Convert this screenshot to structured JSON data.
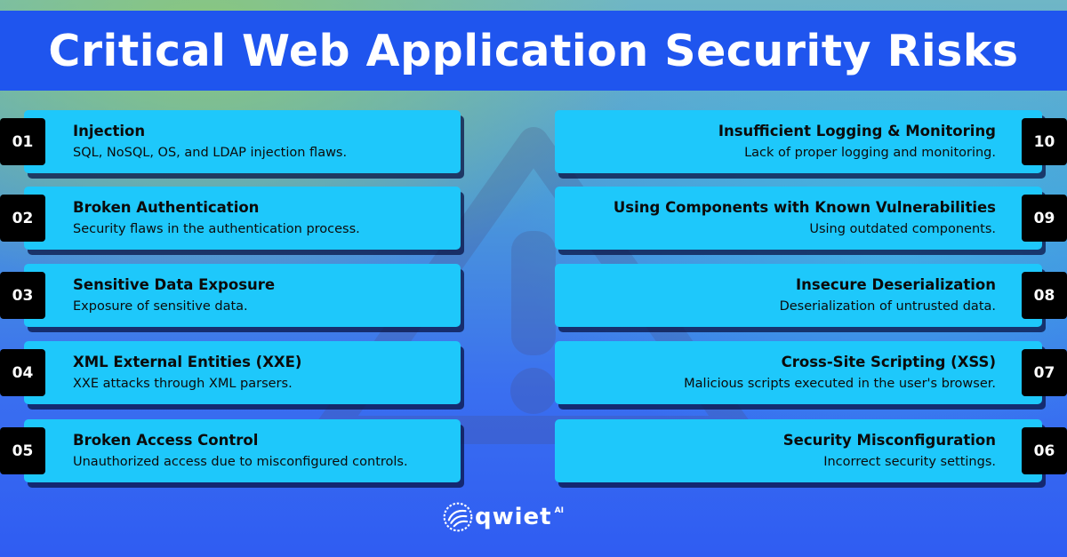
{
  "title": "Critical Web Application Security Risks",
  "colors": {
    "title_bar": "#1f55ee",
    "card": "#1ec8fb",
    "badge": "#000000",
    "text": "#0b0b0b"
  },
  "left_items": [
    {
      "number": "01",
      "title": "Injection",
      "description": "SQL, NoSQL, OS, and LDAP injection flaws."
    },
    {
      "number": "02",
      "title": "Broken Authentication",
      "description": "Security flaws in the authentication process."
    },
    {
      "number": "03",
      "title": "Sensitive Data Exposure",
      "description": "Exposure of sensitive data."
    },
    {
      "number": "04",
      "title": "XML External Entities (XXE)",
      "description": "XXE attacks through XML parsers."
    },
    {
      "number": "05",
      "title": "Broken Access Control",
      "description": "Unauthorized access due to misconfigured controls."
    }
  ],
  "right_items": [
    {
      "number": "10",
      "title": "Insufficient Logging & Monitoring",
      "description": "Lack of proper logging and monitoring."
    },
    {
      "number": "09",
      "title": "Using Components with Known Vulnerabilities",
      "description": "Using outdated components."
    },
    {
      "number": "08",
      "title": "Insecure Deserialization",
      "description": "Deserialization of untrusted data."
    },
    {
      "number": "07",
      "title": "Cross-Site Scripting (XSS)",
      "description": "Malicious scripts executed in the user's browser."
    },
    {
      "number": "06",
      "title": "Security Misconfiguration",
      "description": "Incorrect security settings."
    }
  ],
  "logo": {
    "icon": "qwiet-logo-icon",
    "word": "qwiet",
    "suffix": "AI"
  },
  "background_icon": "warning-triangle-icon"
}
